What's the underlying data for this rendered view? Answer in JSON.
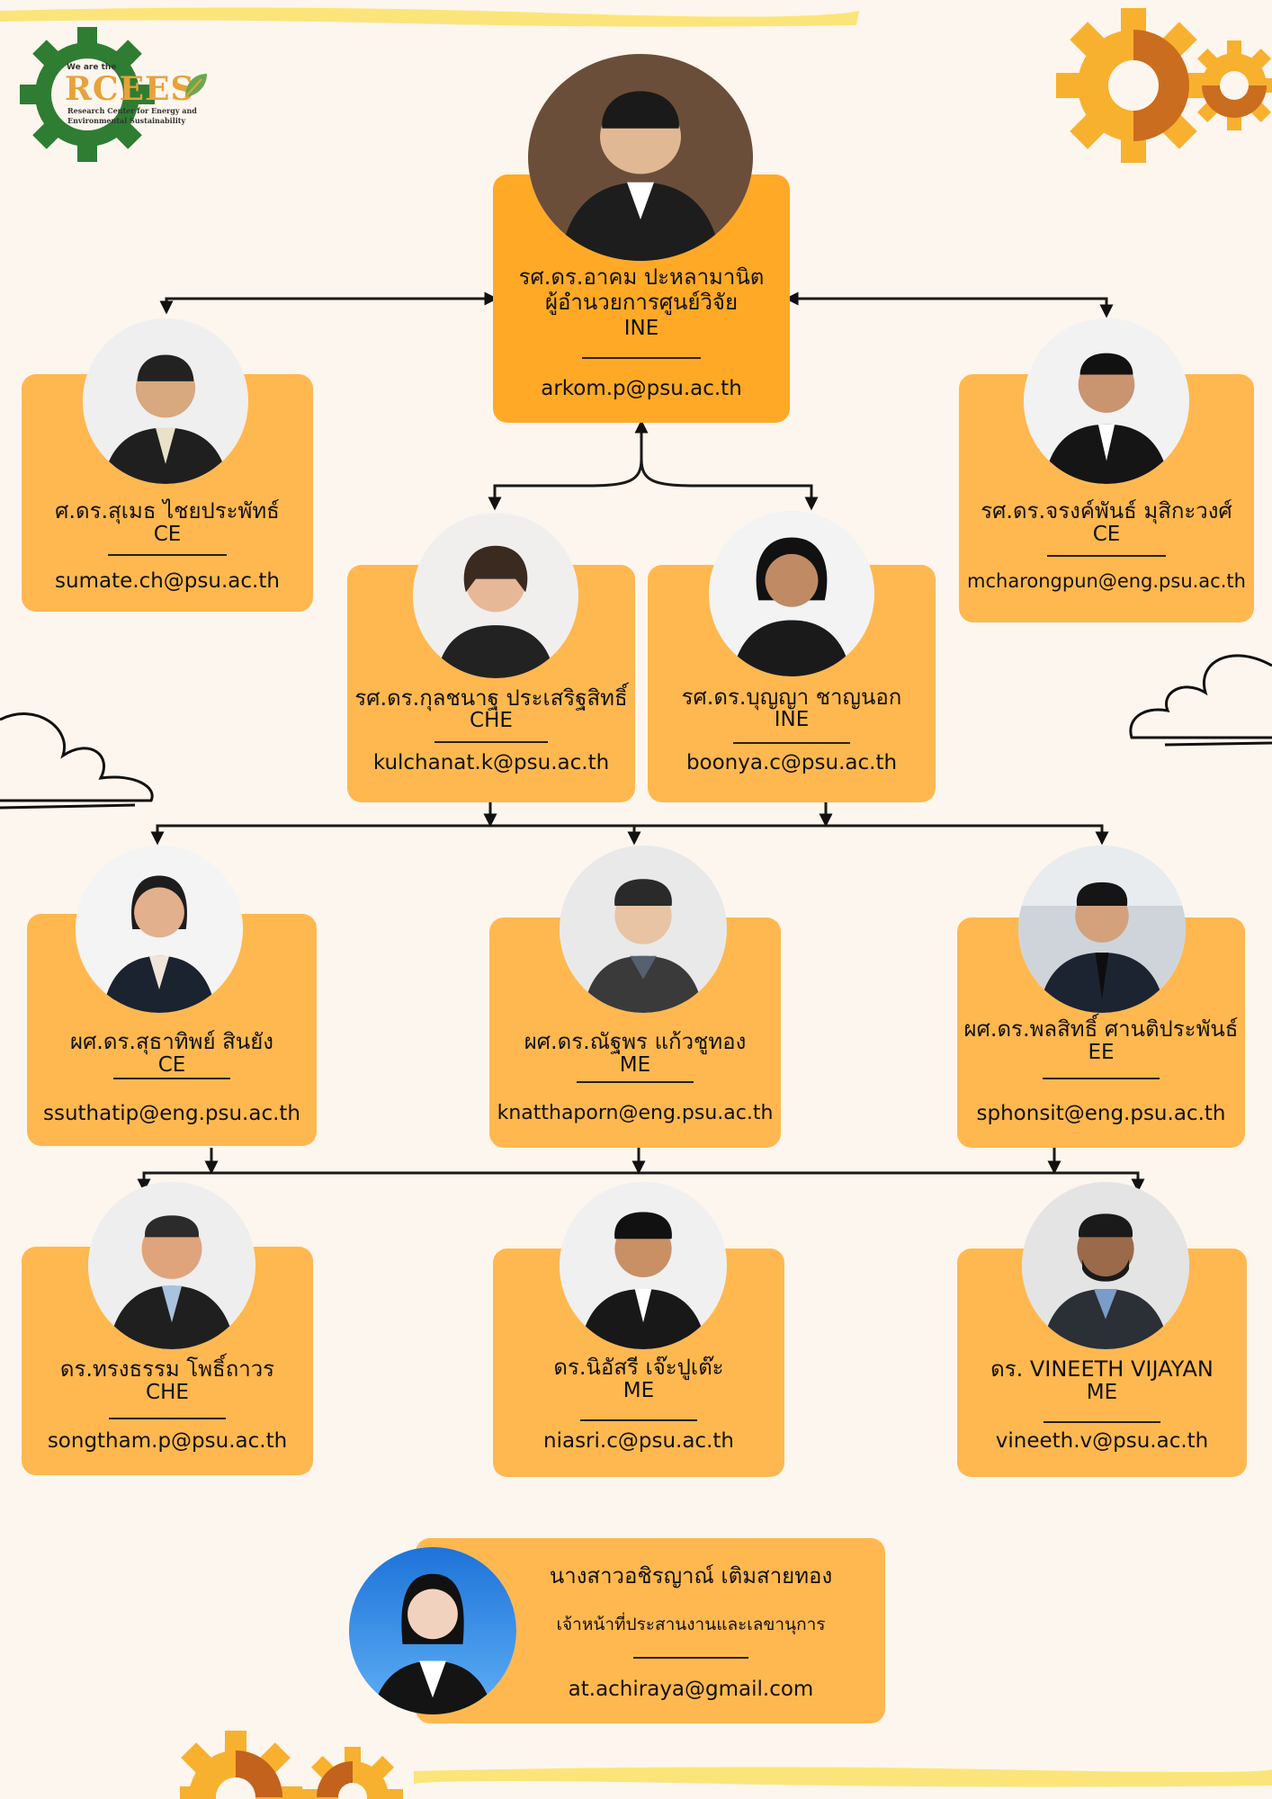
{
  "logo": {
    "tagline": "We are the",
    "name": "RCEES",
    "subtitle_1": "Research Center for Energy and",
    "subtitle_2": "Environmental Sustainability",
    "color_green": "#2e7d32",
    "color_orange": "#e8a23a"
  },
  "director": {
    "name": "รศ.ดร.อาคม ปะหลามานิต",
    "title": "ผู้อำนวยการศูนย์วิจัย",
    "dept": "INE",
    "email": "arkom.p@psu.ac.th"
  },
  "members": [
    {
      "name": "ศ.ดร.สุเมธ ไชยประพัทธ์",
      "dept": "CE",
      "email": "sumate.ch@psu.ac.th"
    },
    {
      "name": "รศ.ดร.จรงค์พันธ์ มุสิกะวงศ์",
      "dept": "CE",
      "email": "mcharongpun@eng.psu.ac.th"
    },
    {
      "name": "รศ.ดร.กุลชนาฐ ประเสริฐสิทธิ์",
      "dept": "CHE",
      "email": "kulchanat.k@psu.ac.th"
    },
    {
      "name": "รศ.ดร.บุญญา ชาญนอก",
      "dept": "INE",
      "email": "boonya.c@psu.ac.th"
    },
    {
      "name": "ผศ.ดร.สุธาทิพย์ สินยัง",
      "dept": "CE",
      "email": "ssuthatip@eng.psu.ac.th"
    },
    {
      "name": "ผศ.ดร.ณัฐพร แก้วชูทอง",
      "dept": "ME",
      "email": "knatthaporn@eng.psu.ac.th"
    },
    {
      "name": "ผศ.ดร.พลสิทธิ์ ศานติประพันธ์",
      "dept": "EE",
      "email": "sphonsit@eng.psu.ac.th"
    },
    {
      "name": "ดร.ทรงธรรม โพธิ์ถาวร",
      "dept": "CHE",
      "email": "songtham.p@psu.ac.th"
    },
    {
      "name": "ดร.นิอัสรี เจ๊ะปูเต๊ะ",
      "dept": "ME",
      "email": "niasri.c@psu.ac.th"
    },
    {
      "name": "ดร. VINEETH VIJAYAN",
      "dept": "ME",
      "email": "vineeth.v@psu.ac.th"
    }
  ],
  "staff": {
    "name": "นางสาวอชิรญาณ์ เติมสายทอง",
    "role": "เจ้าหน้าที่ประสานงานและเลขานุการ",
    "email": "at.achiraya@gmail.com"
  },
  "colors": {
    "card": "#ffb84f",
    "card_main": "#ffa927",
    "gear_light": "#f7b12f",
    "gear_dark": "#c2621c",
    "background": "#fdf6ee"
  }
}
